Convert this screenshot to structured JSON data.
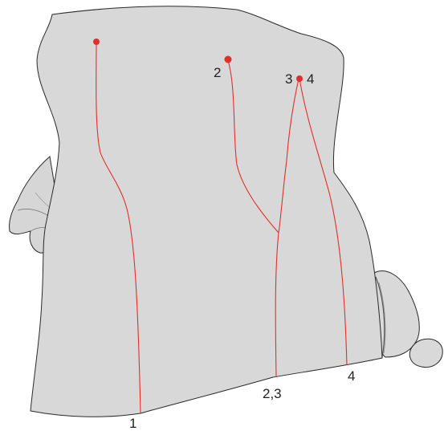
{
  "colors": {
    "background": "#ffffff",
    "shape_fill": "#d8d8d8",
    "shape_stroke": "#2a2a2a",
    "trace_line": "#e0302a",
    "point": "#e0302a",
    "label_text": "#222222"
  },
  "labels": {
    "top_2": "2",
    "top_3": "3",
    "top_4": "4",
    "bottom_1": "1",
    "bottom_23": "2,3",
    "bottom_4": "4"
  }
}
